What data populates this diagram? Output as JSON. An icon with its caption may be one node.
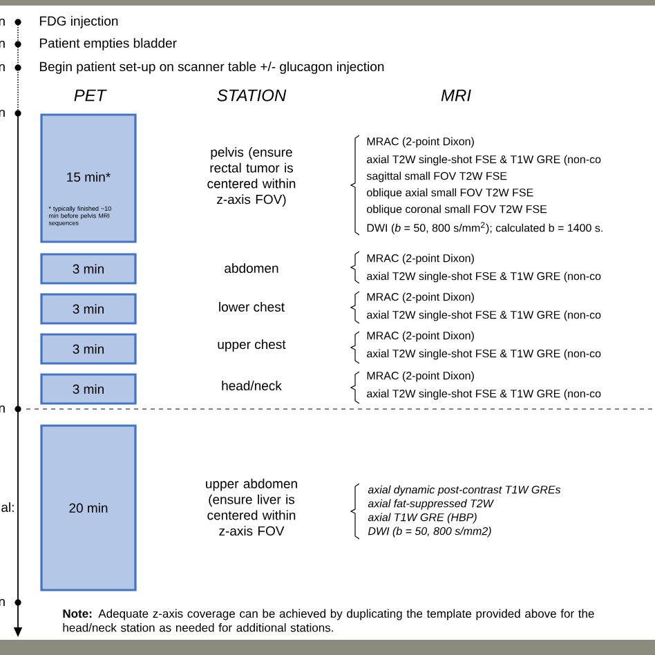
{
  "diagram": {
    "nodes": [
      {
        "text": [
          "15 min*",
          "* typically finished ~10 min before pelvis MRI sequences"
        ]
      },
      {
        "text": [
          "3 min"
        ]
      },
      {
        "text": [
          "3 min"
        ]
      },
      {
        "text": [
          "3 min"
        ]
      },
      {
        "text": [
          "3 min"
        ]
      },
      {
        "text": [
          "20 min"
        ]
      }
    ],
    "edges": [],
    "labels": [
      "n",
      "FDG injection",
      "n",
      "Patient empties bladder",
      "n",
      "Begin patient set-up on scanner table +/- glucagon injection",
      "PET",
      "STATION",
      "MRI",
      "n",
      "pelvis (ensure rectal tumor is centered within z-axis FOV)",
      "MRAC (2-point Dixon)",
      "axial T2W single-shot FSE & T1W GRE (non-co",
      "sagittal small FOV T2W FSE",
      "oblique axial small FOV T2W FSE",
      "oblique coronal small FOV T2W FSE",
      "DWI (*b* = 50, 800 s/mm$^{2}$); calculated  b = 1400 s.",
      "abdomen",
      "MRAC (2-point Dixon)",
      "axial T2W single-shot FSE & T1W GRE (non-co",
      "lower chest",
      "MRAC (2-point Dixon)",
      "axial T2W single-shot FSE & T1W GRE (non-co",
      "upper chest",
      "MRAC (2-point Dixon)",
      "axial T2W single-shot FSE & T1W GRE (non-co",
      "head/neck",
      "MRAC (2-point Dixon)",
      "axial T2W single-shot FSE & T1W GRE (non-co",
      "n",
      "al:",
      "upper abdomen (ensure liver is centered within z-axis FOV",
      "axial dynamic post-contrast T1W GREs",
      "axial fat-suppressed T2W",
      "axial T1W GRE (HBP)",
      "DWI (b = 50, 800 s/mm2)",
      "n",
      "**Note:** Adequate z-axis coverage can be achieved by duplicating the template provided above for the head/neck station as needed for additional stations."
    ]
  }
}
